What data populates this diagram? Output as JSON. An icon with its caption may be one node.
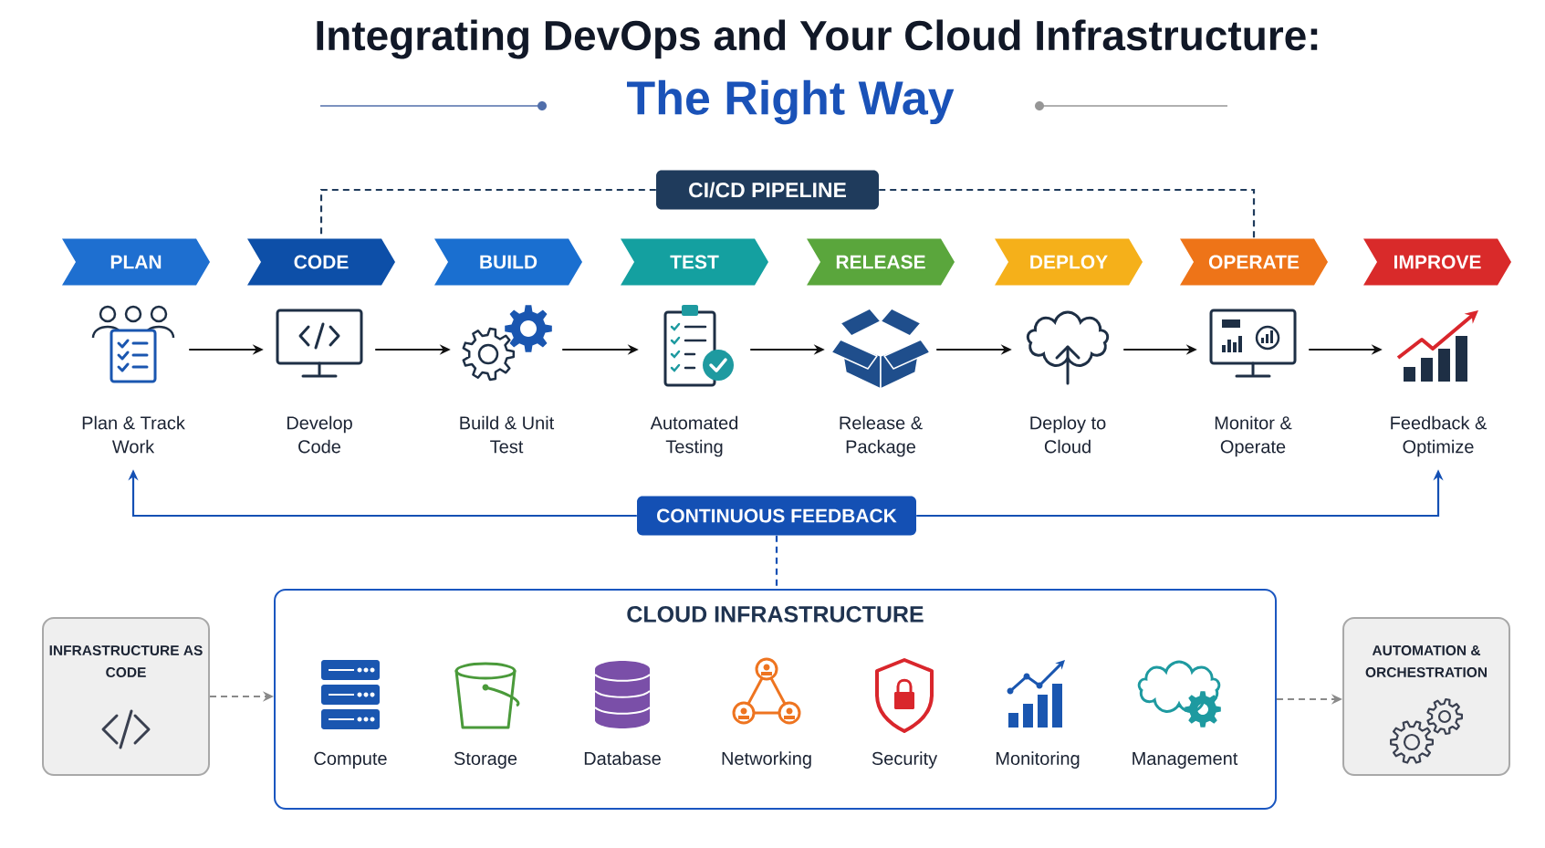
{
  "diagram": {
    "title": "Integrating DevOps and Your Cloud Infrastructure:",
    "nodes": [
      {
        "text": [
          "CI/CD PIPELINE"
        ]
      },
      {
        "text": [
          "PLAN"
        ]
      },
      {
        "text": [
          "CODE"
        ]
      },
      {
        "text": [
          "BUILD"
        ]
      },
      {
        "text": [
          "TEST"
        ]
      },
      {
        "text": [
          "RELEASE"
        ]
      },
      {
        "text": [
          "DEPLOY"
        ]
      },
      {
        "text": [
          "OPERATE"
        ]
      },
      {
        "text": [
          "IMPROVE"
        ]
      },
      {
        "text": [
          "Plan & Track Work"
        ]
      },
      {
        "text": [
          "Develop Code"
        ]
      },
      {
        "text": [
          "Build & Unit Test"
        ]
      },
      {
        "text": [
          "Automated Testing"
        ]
      },
      {
        "text": [
          "Release & Package"
        ]
      },
      {
        "text": [
          "Deploy to Cloud"
        ]
      },
      {
        "text": [
          "Monitor & Operate"
        ]
      },
      {
        "text": [
          "Feedback & Optimize"
        ]
      },
      {
        "text": [
          "CONTINUOUS FEEDBACK"
        ]
      },
      {
        "text": [
          "INFRASTRUCTURE AS CODE"
        ]
      },
      {
        "text": [
          "CLOUD INFRASTRUCTURE"
        ]
      },
      {
        "text": [
          "Compute"
        ],
        "in": 19
      },
      {
        "text": [
          "Storage"
        ],
        "in": 19
      },
      {
        "text": [
          "Database"
        ],
        "in": 19
      },
      {
        "text": [
          "Networking"
        ],
        "in": 19
      },
      {
        "text": [
          "Security"
        ],
        "in": 19
      },
      {
        "text": [
          "Monitoring"
        ],
        "in": 19
      },
      {
        "text": [
          "Management"
        ],
        "in": 19
      },
      {
        "text": [
          "AUTOMATION & ORCHESTRATION"
        ]
      }
    ],
    "edges": [
      {
        "from": 9,
        "to": 10,
        "arrow": "to"
      },
      {
        "from": 10,
        "to": 11,
        "arrow": "to"
      },
      {
        "from": 11,
        "to": 12,
        "arrow": "to"
      },
      {
        "from": 12,
        "to": 13,
        "arrow": "to"
      },
      {
        "from": 13,
        "to": 14,
        "arrow": "to"
      },
      {
        "from": 14,
        "to": 15,
        "arrow": "to"
      },
      {
        "from": 15,
        "to": 16,
        "arrow": "to"
      },
      {
        "from": 0,
        "to": 2,
        "arrow": "none",
        "style": "dashed",
        "color": "#1f3b5c"
      },
      {
        "from": 0,
        "to": 7,
        "arrow": "none",
        "style": "dashed",
        "color": "#1f3b5c"
      },
      {
        "from": 17,
        "to": 9,
        "arrow": "to",
        "color": "#1450b4"
      },
      {
        "from": 17,
        "to": 16,
        "arrow": "to",
        "color": "#1450b4"
      },
      {
        "from": 17,
        "to": 19,
        "arrow": "none",
        "style": "dashed",
        "color": "#1450b4"
      },
      {
        "from": 18,
        "to": 19,
        "arrow": "to",
        "style": "dashed",
        "color": "#8a8a8a"
      },
      {
        "from": 19,
        "to": 27,
        "arrow": "to",
        "style": "dashed",
        "color": "#8a8a8a"
      }
    ],
    "labels": [
      "The Right Way"
    ]
  }
}
